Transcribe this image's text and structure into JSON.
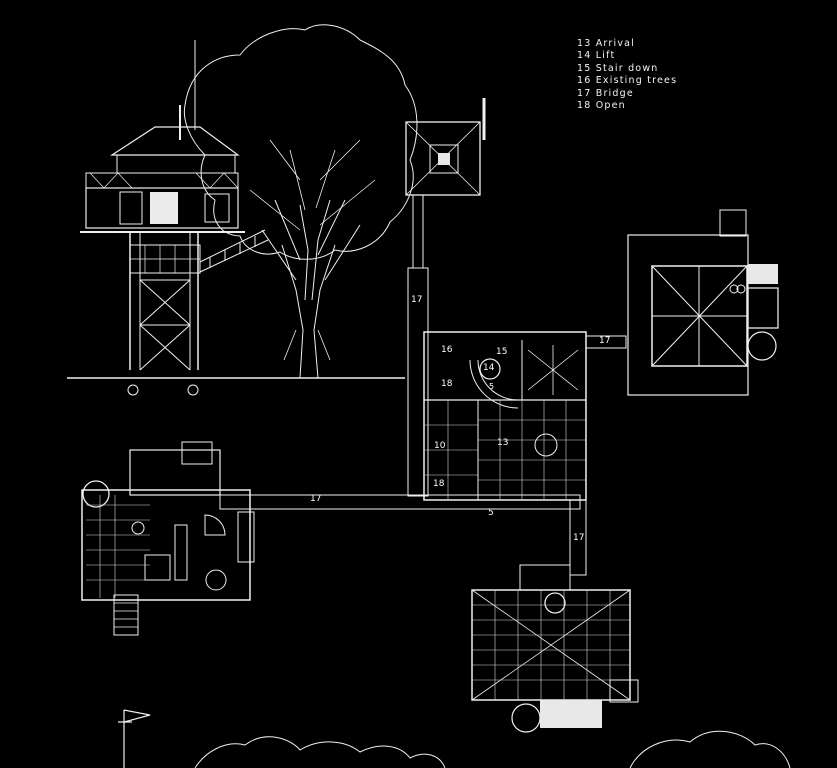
{
  "legend": {
    "items": [
      {
        "number": "13",
        "label": "Arrival"
      },
      {
        "number": "14",
        "label": "Lift"
      },
      {
        "number": "15",
        "label": "Stair down"
      },
      {
        "number": "16",
        "label": "Existing trees"
      },
      {
        "number": "17",
        "label": "Bridge"
      },
      {
        "number": "18",
        "label": "Open"
      }
    ]
  },
  "plan_labels": {
    "bridge_vertical": "17",
    "bridge_horizontal": "17",
    "bridge_right": "17",
    "bridge_south": "17",
    "trees_hub": "16",
    "lift_hub": "14",
    "stair_hub": "15",
    "open_hub_top": "18",
    "open_hub_bottom": "18",
    "room_10": "10",
    "arrival_hub": "13",
    "stair_bridge": "5",
    "stair_small": "5"
  },
  "colors": {
    "background": "#000000",
    "linework": "#f0f0f0"
  }
}
